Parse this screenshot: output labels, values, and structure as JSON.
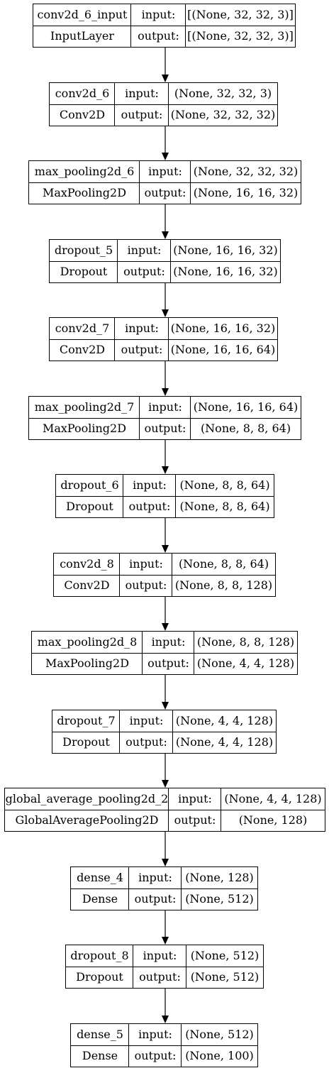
{
  "diagram": {
    "labels": {
      "input": "input:",
      "output": "output:"
    },
    "layers": [
      {
        "name": "conv2d_6_input",
        "type": "InputLayer",
        "input_shape": "[(None, 32, 32, 3)]",
        "output_shape": "[(None, 32, 32, 3)]"
      },
      {
        "name": "conv2d_6",
        "type": "Conv2D",
        "input_shape": "(None, 32, 32, 3)",
        "output_shape": "(None, 32, 32, 32)"
      },
      {
        "name": "max_pooling2d_6",
        "type": "MaxPooling2D",
        "input_shape": "(None, 32, 32, 32)",
        "output_shape": "(None, 16, 16, 32)"
      },
      {
        "name": "dropout_5",
        "type": "Dropout",
        "input_shape": "(None, 16, 16, 32)",
        "output_shape": "(None, 16, 16, 32)"
      },
      {
        "name": "conv2d_7",
        "type": "Conv2D",
        "input_shape": "(None, 16, 16, 32)",
        "output_shape": "(None, 16, 16, 64)"
      },
      {
        "name": "max_pooling2d_7",
        "type": "MaxPooling2D",
        "input_shape": "(None, 16, 16, 64)",
        "output_shape": "(None, 8, 8, 64)"
      },
      {
        "name": "dropout_6",
        "type": "Dropout",
        "input_shape": "(None, 8, 8, 64)",
        "output_shape": "(None, 8, 8, 64)"
      },
      {
        "name": "conv2d_8",
        "type": "Conv2D",
        "input_shape": "(None, 8, 8, 64)",
        "output_shape": "(None, 8, 8, 128)"
      },
      {
        "name": "max_pooling2d_8",
        "type": "MaxPooling2D",
        "input_shape": "(None, 8, 8, 128)",
        "output_shape": "(None, 4, 4, 128)"
      },
      {
        "name": "dropout_7",
        "type": "Dropout",
        "input_shape": "(None, 4, 4, 128)",
        "output_shape": "(None, 4, 4, 128)"
      },
      {
        "name": "global_average_pooling2d_2",
        "type": "GlobalAveragePooling2D",
        "input_shape": "(None, 4, 4, 128)",
        "output_shape": "(None, 128)"
      },
      {
        "name": "dense_4",
        "type": "Dense",
        "input_shape": "(None, 128)",
        "output_shape": "(None, 512)"
      },
      {
        "name": "dropout_8",
        "type": "Dropout",
        "input_shape": "(None, 512)",
        "output_shape": "(None, 512)"
      },
      {
        "name": "dense_5",
        "type": "Dense",
        "input_shape": "(None, 512)",
        "output_shape": "(None, 100)"
      }
    ]
  }
}
